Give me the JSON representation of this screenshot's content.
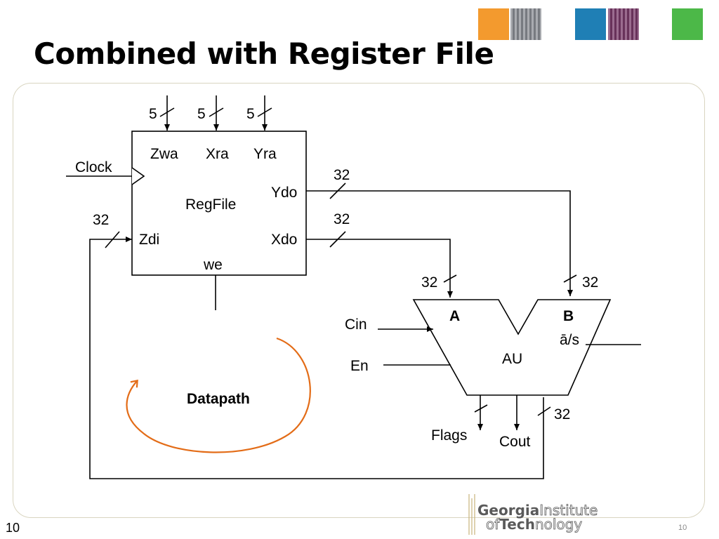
{
  "slide": {
    "title": "Combined with Register File",
    "number": "10",
    "number_small": "10"
  },
  "colors": {
    "blue_label": "#1f3fd6",
    "red_label": "#d81b1b",
    "loop_arrow": "#e36c17",
    "frame_border": "#d9d5c0",
    "logo_gray": "#5a5a5a"
  },
  "header_decorations": [
    {
      "name": "orange-square",
      "color": "#f39a2e"
    },
    {
      "name": "campus-photo",
      "color": "#8c8f96"
    },
    {
      "name": "blue-square",
      "color": "#1f7fb5"
    },
    {
      "name": "circuit-photo",
      "color": "#7a3b6a"
    },
    {
      "name": "green-square",
      "color": "#4cb848"
    }
  ],
  "diagram": {
    "regfile": {
      "name": "RegFile",
      "port_zwa": "Zwa",
      "port_xra": "Xra",
      "port_yra": "Yra",
      "port_ydo": "Ydo",
      "port_xdo": "Xdo",
      "port_zdi": "Zdi",
      "port_we": "we"
    },
    "clock_label": "Clock",
    "bus_widths": {
      "zwa": "5",
      "xra": "5",
      "yra": "5",
      "ydo": "32",
      "xdo": "32",
      "zdi": "32",
      "au_a": "32",
      "au_b": "32",
      "au_out": "32"
    },
    "au": {
      "name": "AU",
      "input_a": "A",
      "input_b": "B",
      "control": "ā/s",
      "cin": "Cin",
      "en": "En",
      "flags": "Flags",
      "cout": "Cout"
    },
    "datapath_label": "Datapath"
  },
  "logo": {
    "line1_bold": "Georgia",
    "line1_light": "Institute",
    "line2_light": "of",
    "line2_bold": "Tech",
    "line2_light2": "nology"
  }
}
